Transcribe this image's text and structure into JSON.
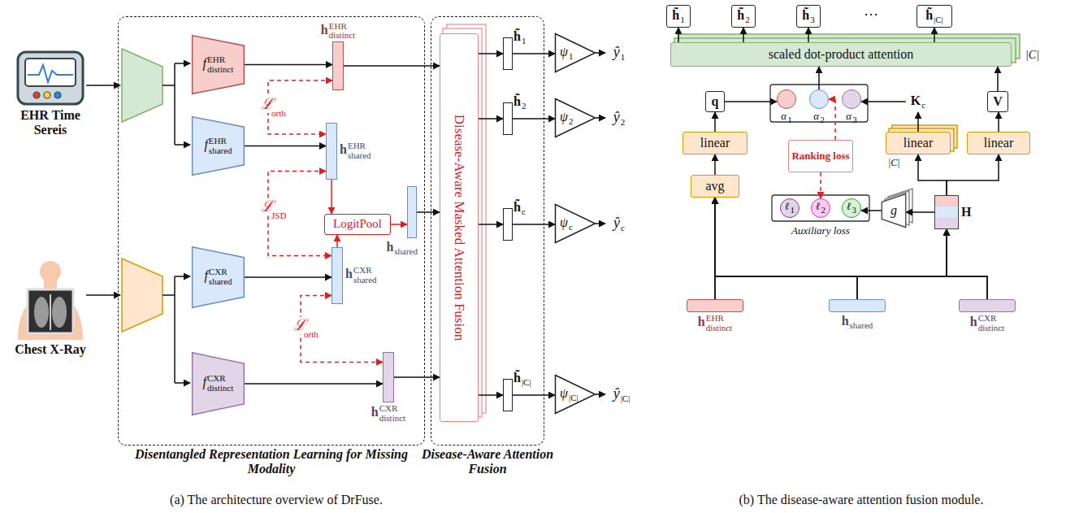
{
  "diagram": {
    "nodes": [
      {
        "text": [
          "Disentangled Representation Learning for Missing Modality"
        ]
      },
      {
        "text": [
          "Disease-Aware Attention Fusion"
        ]
      },
      {
        "text": [
          "EHR Time Sereis"
        ]
      },
      {
        "text": [
          "Chest X-Ray"
        ]
      },
      {
        "text": [
          "f",
          "EHR",
          "distinct"
        ],
        "in": 0
      },
      {
        "text": [
          "f",
          "EHR",
          "shared"
        ],
        "in": 0
      },
      {
        "text": [
          "f",
          "CXR",
          "shared"
        ],
        "in": 0
      },
      {
        "text": [
          "f",
          "CXR",
          "distinct"
        ],
        "in": 0
      },
      {
        "text": [
          "h",
          "EHR",
          "distinct"
        ],
        "in": 0
      },
      {
        "text": [
          "h",
          "EHR",
          "shared"
        ],
        "in": 0
      },
      {
        "text": [
          "LogitPool"
        ],
        "in": 0
      },
      {
        "text": [
          "h",
          "CXR",
          "shared"
        ],
        "in": 0
      },
      {
        "text": [
          "h",
          "CXR",
          "distinct"
        ],
        "in": 0
      },
      {
        "text": [
          "h",
          "shared"
        ],
        "in": 0
      },
      {
        "text": [
          "Disease-Aware Masked Attention Fusion"
        ],
        "in": 1
      },
      {
        "text": [
          "h̃",
          "1"
        ],
        "in": 1
      },
      {
        "text": [
          "h̃",
          "2"
        ],
        "in": 1
      },
      {
        "text": [
          "h̃",
          "c"
        ],
        "in": 1
      },
      {
        "text": [
          "h̃",
          "|C|"
        ],
        "in": 1
      },
      {
        "text": [
          "ψ",
          "1"
        ]
      },
      {
        "text": [
          "ψ",
          "2"
        ]
      },
      {
        "text": [
          "ψ",
          "c"
        ]
      },
      {
        "text": [
          "ψ",
          "|C|"
        ]
      },
      {
        "text": [
          "ŷ",
          "1"
        ]
      },
      {
        "text": [
          "ŷ",
          "2"
        ]
      },
      {
        "text": [
          "ŷ",
          "c"
        ]
      },
      {
        "text": [
          "ŷ",
          "|C|"
        ]
      },
      {
        "text": [
          "h̃",
          "1"
        ]
      },
      {
        "text": [
          "h̃",
          "2"
        ]
      },
      {
        "text": [
          "h̃",
          "3"
        ]
      },
      {
        "text": [
          "h̃",
          "|C|"
        ]
      },
      {
        "text": [
          "scaled dot-product attention"
        ]
      },
      {
        "text": [
          "q"
        ]
      },
      {
        "text": [
          "α",
          "1"
        ]
      },
      {
        "text": [
          "α",
          "2"
        ]
      },
      {
        "text": [
          "α",
          "3"
        ]
      },
      {
        "text": [
          "K",
          "c"
        ]
      },
      {
        "text": [
          "V"
        ]
      },
      {
        "text": [
          "linear"
        ]
      },
      {
        "text": [
          "linear"
        ]
      },
      {
        "text": [
          "linear"
        ]
      },
      {
        "text": [
          "avg"
        ]
      },
      {
        "text": [
          "Ranking loss"
        ]
      },
      {
        "text": [
          "ℓ",
          "1"
        ]
      },
      {
        "text": [
          "ℓ",
          "2"
        ]
      },
      {
        "text": [
          "ℓ",
          "3"
        ]
      },
      {
        "text": [
          "g"
        ]
      },
      {
        "text": [
          "H"
        ]
      },
      {
        "text": [
          "h",
          "EHR",
          "distinct"
        ]
      },
      {
        "text": [
          "h",
          "shared"
        ]
      },
      {
        "text": [
          "h",
          "CXR",
          "distinct"
        ]
      }
    ],
    "edges": [
      {
        "from": 4,
        "to": 8,
        "arrow": "to"
      },
      {
        "from": 5,
        "to": 9,
        "arrow": "to"
      },
      {
        "from": 6,
        "to": 11,
        "arrow": "to"
      },
      {
        "from": 7,
        "to": 12,
        "arrow": "to"
      },
      {
        "from": 8,
        "to": 9,
        "arrow": "both"
      },
      {
        "from": 9,
        "to": 11,
        "arrow": "both"
      },
      {
        "from": 11,
        "to": 12,
        "arrow": "both"
      },
      {
        "from": 9,
        "to": 10,
        "arrow": "to"
      },
      {
        "from": 11,
        "to": 10,
        "arrow": "to"
      },
      {
        "from": 10,
        "to": 13,
        "arrow": "to"
      },
      {
        "from": 8,
        "to": 14,
        "arrow": "to"
      },
      {
        "from": 13,
        "to": 14,
        "arrow": "to"
      },
      {
        "from": 12,
        "to": 14,
        "arrow": "to"
      },
      {
        "from": 14,
        "to": 15,
        "arrow": "to"
      },
      {
        "from": 14,
        "to": 16,
        "arrow": "to"
      },
      {
        "from": 14,
        "to": 17,
        "arrow": "to"
      },
      {
        "from": 14,
        "to": 18,
        "arrow": "to"
      },
      {
        "from": 15,
        "to": 19,
        "arrow": "to"
      },
      {
        "from": 16,
        "to": 20,
        "arrow": "to"
      },
      {
        "from": 17,
        "to": 21,
        "arrow": "to"
      },
      {
        "from": 18,
        "to": 22,
        "arrow": "to"
      },
      {
        "from": 19,
        "to": 23,
        "arrow": "to"
      },
      {
        "from": 20,
        "to": 24,
        "arrow": "to"
      },
      {
        "from": 21,
        "to": 25,
        "arrow": "to"
      },
      {
        "from": 22,
        "to": 26,
        "arrow": "to"
      },
      {
        "from": 31,
        "to": 27,
        "arrow": "to"
      },
      {
        "from": 31,
        "to": 28,
        "arrow": "to"
      },
      {
        "from": 31,
        "to": 29,
        "arrow": "to"
      },
      {
        "from": 31,
        "to": 30,
        "arrow": "to"
      },
      {
        "from": 32,
        "to": 33,
        "arrow": "to"
      },
      {
        "from": 36,
        "to": 35,
        "arrow": "to"
      },
      {
        "from": 34,
        "to": 31,
        "arrow": "to"
      },
      {
        "from": 37,
        "to": 31,
        "arrow": "to"
      },
      {
        "from": 38,
        "to": 32,
        "arrow": "to"
      },
      {
        "from": 41,
        "to": 38,
        "arrow": "to"
      },
      {
        "from": 39,
        "to": 36,
        "arrow": "to"
      },
      {
        "from": 40,
        "to": 37,
        "arrow": "to"
      },
      {
        "from": 42,
        "to": 34,
        "arrow": "to"
      },
      {
        "from": 42,
        "to": 44,
        "arrow": "to"
      },
      {
        "from": 47,
        "to": 46,
        "arrow": "to"
      },
      {
        "from": 46,
        "to": 45,
        "arrow": "to"
      },
      {
        "from": 47,
        "to": 39,
        "arrow": "to"
      },
      {
        "from": 47,
        "to": 40,
        "arrow": "to"
      },
      {
        "from": 48,
        "to": 41,
        "arrow": "to"
      },
      {
        "from": 49,
        "to": 41,
        "arrow": "to"
      },
      {
        "from": 50,
        "to": 41,
        "arrow": "to"
      },
      {
        "from": 48,
        "to": 47,
        "arrow": "to"
      },
      {
        "from": 49,
        "to": 47,
        "arrow": "to"
      },
      {
        "from": 50,
        "to": 47,
        "arrow": "to"
      }
    ],
    "labels": [
      "ℒ",
      "orth",
      "ℒ",
      "JSD",
      "ℒ",
      "orth",
      "⋯",
      "|C|",
      "|C|",
      "Auxiliary loss",
      "(a) The architecture overview of DrFuse.",
      "(b) The disease-aware attention fusion module."
    ]
  }
}
